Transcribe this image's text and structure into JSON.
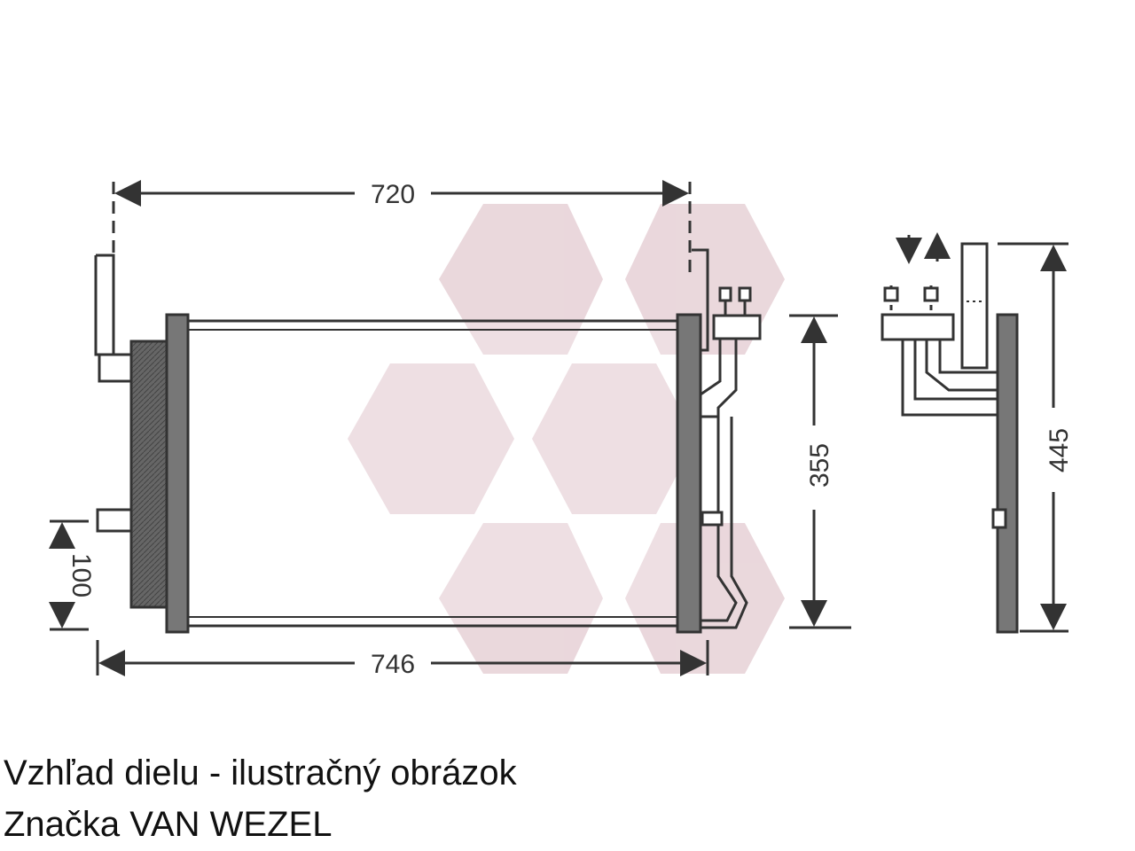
{
  "dimensions": {
    "top_width": "720",
    "bottom_width": "746",
    "core_height": "355",
    "total_height": "445",
    "bracket_offset": "100"
  },
  "caption": {
    "line1": "Vzhľad dielu - ilustračný obrázok",
    "line2": "Značka VAN WEZEL"
  },
  "colors": {
    "line": "#333333",
    "watermark": "#c9a4ad"
  }
}
